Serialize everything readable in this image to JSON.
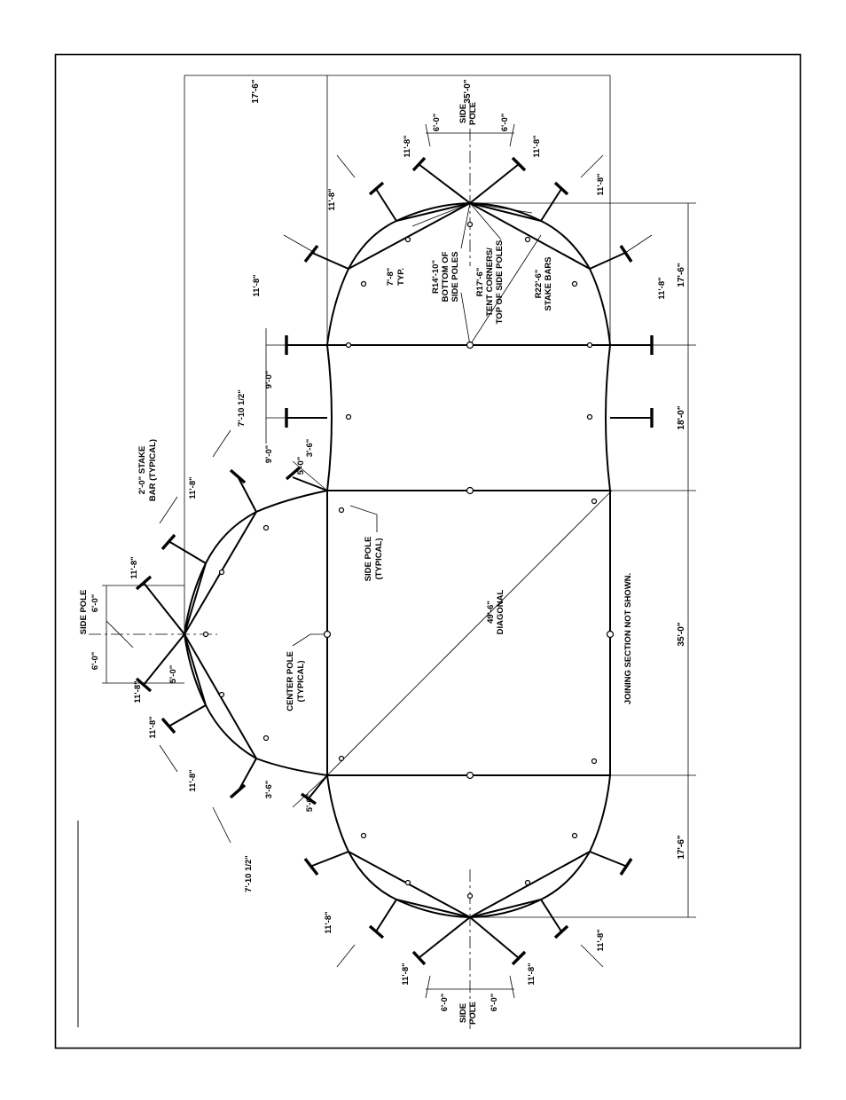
{
  "dimensions": {
    "top_17_6": "17'-6\"",
    "top_35_0": "35'-0\"",
    "right_17_6_a": "17'-6\"",
    "right_18_0": "18'-0\"",
    "right_35_0": "35'-0\"",
    "right_17_6_b": "17'-6\""
  },
  "labels": {
    "side_pole_cl": "SIDE POLE",
    "side_pole_l1": "SIDE",
    "side_pole_l2": "POLE",
    "stake_bar_l1": "2'-0\" STAKE",
    "stake_bar_l2": "BAR (TYPICAL)",
    "side_pole_typ_l1": "SIDE POLE",
    "side_pole_typ_l2": "(TYPICAL)",
    "center_pole_l1": "CENTER POLE",
    "center_pole_l2": "(TYPICAL)",
    "diag_l1": "49'-6\"",
    "diag_l2": "DIAGONAL",
    "joining": "JOINING SECTION NOT SHOWN.",
    "r14_l1": "R14'-10\"",
    "r14_l2": "BOTTOM OF",
    "r14_l3": "SIDE POLES",
    "r17_l1": "R17'-6\"",
    "r17_l2": "TENT CORNERS/",
    "r17_l3": "TOP OF SIDE POLES",
    "r22_l1": "R22'-6\"",
    "r22_l2": "STAKE BARS",
    "typ_l1": "7'-8\"",
    "typ_l2": "TYP."
  },
  "small_dims": {
    "d11_8": "11'-8\"",
    "d6_0": "6'-0\"",
    "d5_0": "5'-0\"",
    "d9_0": "9'-0\"",
    "d3_6": "3'-6\"",
    "d7_10": "7'-10 1/2\""
  }
}
